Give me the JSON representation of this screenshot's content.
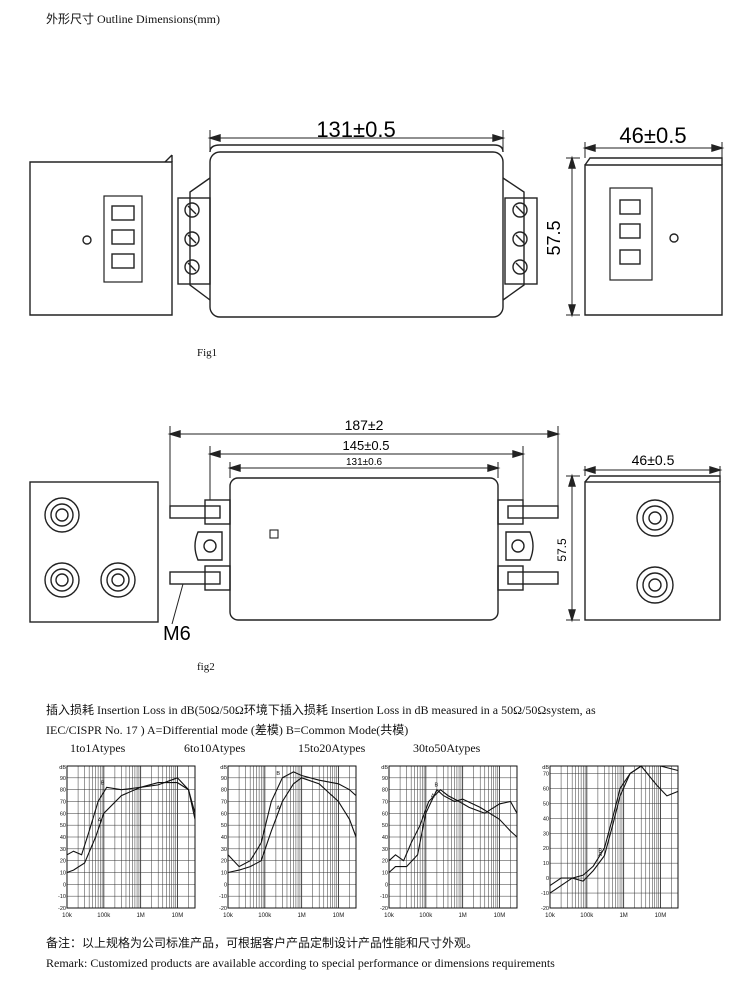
{
  "header": {
    "title": "外形尺寸 Outline Dimensions(mm)"
  },
  "fig1": {
    "caption": "Fig1",
    "dim_length": "131±0.5",
    "dim_width": "46±0.5",
    "dim_height": "57.5"
  },
  "fig2": {
    "caption": "fig2",
    "dim_total": "187±2",
    "dim_mid": "145±0.5",
    "dim_body": "131±0.6",
    "dim_width": "46±0.5",
    "dim_height": "57.5",
    "thread": "M6"
  },
  "insertion_loss": {
    "line1": "插入损耗 Insertion Loss in dB(50Ω/50Ω环境下插入损耗 Insertion Loss in dB measured in a 50Ω/50Ωsystem, as",
    "line2": "IEC/CISPR No. 17 ) A=Differential mode (差模) B=Common Mode(共模)",
    "chart_labels": [
      "1to1Atypes",
      "6to10Atypes",
      "15to20Atypes",
      "30to50Atypes"
    ]
  },
  "chart_data": [
    {
      "type": "line",
      "title": "1to1Atypes",
      "ylabel": "dB",
      "y_ticks": [
        "90",
        "80",
        "70",
        "60",
        "50",
        "40",
        "30",
        "20",
        "10",
        "0",
        "-10",
        "-20"
      ],
      "x_ticks": [
        "10k",
        "100k",
        "1M",
        "10M"
      ],
      "ylim": [
        -20,
        100
      ],
      "x_log_range": [
        "10k",
        "30M"
      ],
      "series": [
        {
          "name": "A",
          "x": [
            10000,
            15000,
            30000,
            60000,
            100000,
            300000,
            1000000,
            3000000,
            10000000,
            20000000,
            30000000
          ],
          "y": [
            10,
            12,
            18,
            40,
            60,
            75,
            82,
            86,
            86,
            80,
            55
          ]
        },
        {
          "name": "B",
          "x": [
            10000,
            15000,
            25000,
            40000,
            70000,
            120000,
            300000,
            1000000,
            3000000,
            10000000,
            20000000,
            30000000
          ],
          "y": [
            25,
            28,
            25,
            45,
            70,
            82,
            80,
            82,
            84,
            90,
            80,
            60
          ]
        }
      ]
    },
    {
      "type": "line",
      "title": "6to10Atypes",
      "ylabel": "dB",
      "y_ticks": [
        "90",
        "80",
        "70",
        "60",
        "50",
        "40",
        "30",
        "20",
        "10",
        "0",
        "-10",
        "-20"
      ],
      "x_ticks": [
        "10k",
        "100k",
        "1M",
        "10M"
      ],
      "ylim": [
        -20,
        100
      ],
      "x_log_range": [
        "10k",
        "30M"
      ],
      "series": [
        {
          "name": "A",
          "x": [
            10000,
            20000,
            40000,
            80000,
            150000,
            300000,
            600000,
            1000000,
            3000000,
            10000000,
            20000000,
            30000000
          ],
          "y": [
            10,
            12,
            15,
            20,
            45,
            70,
            85,
            90,
            85,
            70,
            55,
            40
          ]
        },
        {
          "name": "B",
          "x": [
            10000,
            20000,
            40000,
            80000,
            150000,
            300000,
            600000,
            1000000,
            3000000,
            10000000,
            20000000,
            30000000
          ],
          "y": [
            25,
            15,
            20,
            35,
            70,
            90,
            95,
            92,
            88,
            85,
            80,
            75
          ]
        }
      ]
    },
    {
      "type": "line",
      "title": "15to20Atypes",
      "ylabel": "dB",
      "y_ticks": [
        "90",
        "80",
        "70",
        "60",
        "50",
        "40",
        "30",
        "20",
        "10",
        "0",
        "-10",
        "-20"
      ],
      "x_ticks": [
        "10k",
        "100k",
        "1M",
        "10M"
      ],
      "ylim": [
        -20,
        100
      ],
      "x_log_range": [
        "10k",
        "30M"
      ],
      "series": [
        {
          "name": "A",
          "x": [
            10000,
            15000,
            30000,
            60000,
            100000,
            200000,
            300000,
            600000,
            1000000,
            3000000,
            10000000,
            20000000,
            30000000
          ],
          "y": [
            10,
            15,
            15,
            25,
            60,
            80,
            75,
            70,
            72,
            65,
            55,
            45,
            40
          ]
        },
        {
          "name": "B",
          "x": [
            10000,
            15000,
            25000,
            40000,
            70000,
            120000,
            250000,
            400000,
            800000,
            1500000,
            4000000,
            10000000,
            20000000,
            30000000
          ],
          "y": [
            20,
            25,
            20,
            35,
            50,
            70,
            80,
            75,
            70,
            65,
            60,
            68,
            70,
            60
          ]
        }
      ]
    },
    {
      "type": "line",
      "title": "30to50Atypes",
      "ylabel": "dB",
      "y_ticks": [
        "70",
        "60",
        "50",
        "40",
        "30",
        "20",
        "10",
        "0",
        "-10",
        "-20"
      ],
      "x_ticks": [
        "10k",
        "100k",
        "1M",
        "10M"
      ],
      "ylim": [
        -20,
        75
      ],
      "x_log_range": [
        "10k",
        "30M"
      ],
      "series": [
        {
          "name": "A",
          "x": [
            10000,
            20000,
            40000,
            80000,
            150000,
            300000,
            500000,
            800000,
            1500000,
            3000000,
            10000000,
            30000000
          ],
          "y": [
            -5,
            0,
            0,
            2,
            8,
            20,
            40,
            60,
            70,
            75,
            75,
            72
          ]
        },
        {
          "name": "B",
          "x": [
            10000,
            20000,
            40000,
            80000,
            150000,
            300000,
            500000,
            800000,
            1500000,
            3000000,
            8000000,
            15000000,
            30000000
          ],
          "y": [
            -10,
            -5,
            0,
            -2,
            5,
            15,
            35,
            55,
            70,
            75,
            62,
            55,
            58
          ]
        }
      ]
    }
  ],
  "notes": {
    "cn": "备注：以上规格为公司标准产品，可根据客户产品定制设计产品性能和尺寸外观。",
    "en": "Remark: Customized products are available according to special performance or dimensions requirements"
  }
}
